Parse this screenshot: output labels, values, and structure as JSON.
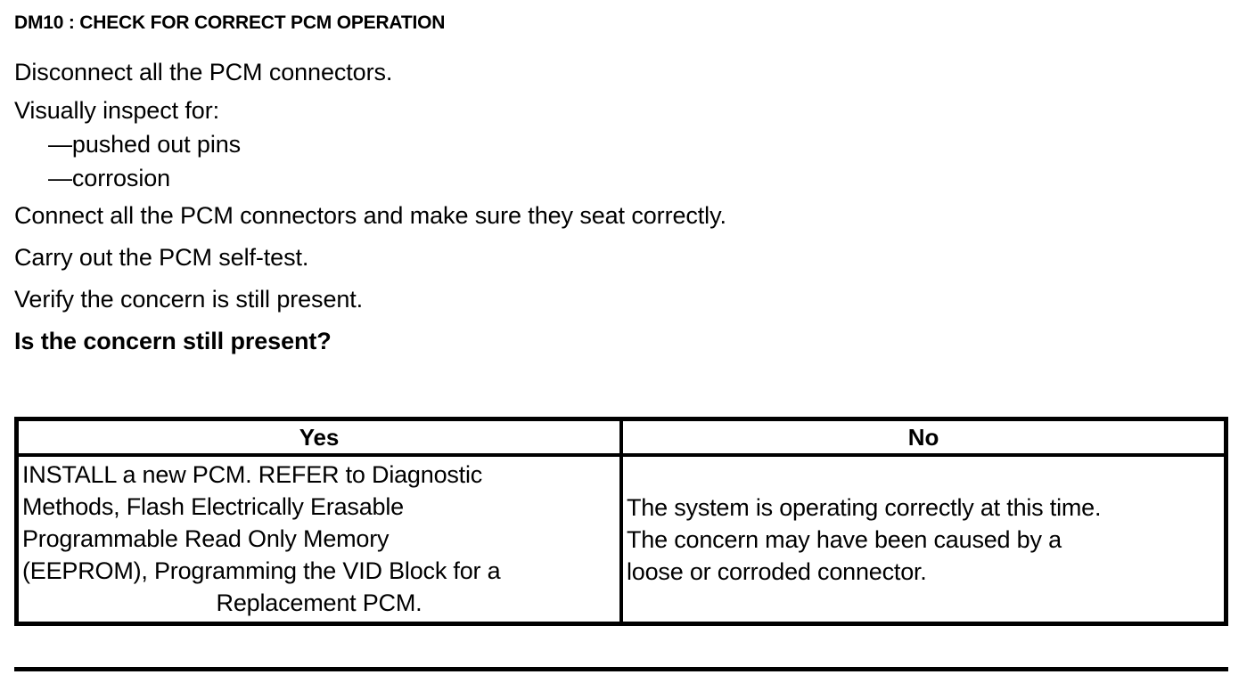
{
  "document": {
    "title": "DM10 : CHECK FOR CORRECT PCM OPERATION",
    "steps": [
      {
        "text": "Disconnect all the PCM connectors.",
        "style": "normal"
      },
      {
        "text": "Visually inspect for:",
        "style": "normal-tight"
      },
      {
        "text": "—pushed out pins",
        "style": "dash"
      },
      {
        "text": "—corrosion",
        "style": "dash"
      },
      {
        "text": "Connect all the PCM connectors and make sure they seat correctly.",
        "style": "normal"
      },
      {
        "text": "Carry out the PCM self-test.",
        "style": "normal"
      },
      {
        "text": "Verify the concern is still present.",
        "style": "normal"
      },
      {
        "text": "Is the concern still present?",
        "style": "bold"
      }
    ],
    "decision_table": {
      "headers": [
        "Yes",
        "No"
      ],
      "yes_cell_lines": [
        {
          "text": "INSTALL a new PCM. REFER to Diagnostic",
          "align": "left"
        },
        {
          "text": "Methods, Flash Electrically Erasable",
          "align": "left"
        },
        {
          "text": "Programmable Read Only Memory",
          "align": "left"
        },
        {
          "text": "(EEPROM), Programming the VID Block for a",
          "align": "left"
        },
        {
          "text": "Replacement PCM.",
          "align": "center"
        }
      ],
      "no_cell_lines": [
        {
          "text": "The system is operating correctly at this time.",
          "align": "left"
        },
        {
          "text": "The concern may have been caused by a",
          "align": "left"
        },
        {
          "text": "loose or corroded connector.",
          "align": "left"
        }
      ]
    },
    "colors": {
      "ink": "#000000",
      "paper": "#ffffff"
    }
  }
}
